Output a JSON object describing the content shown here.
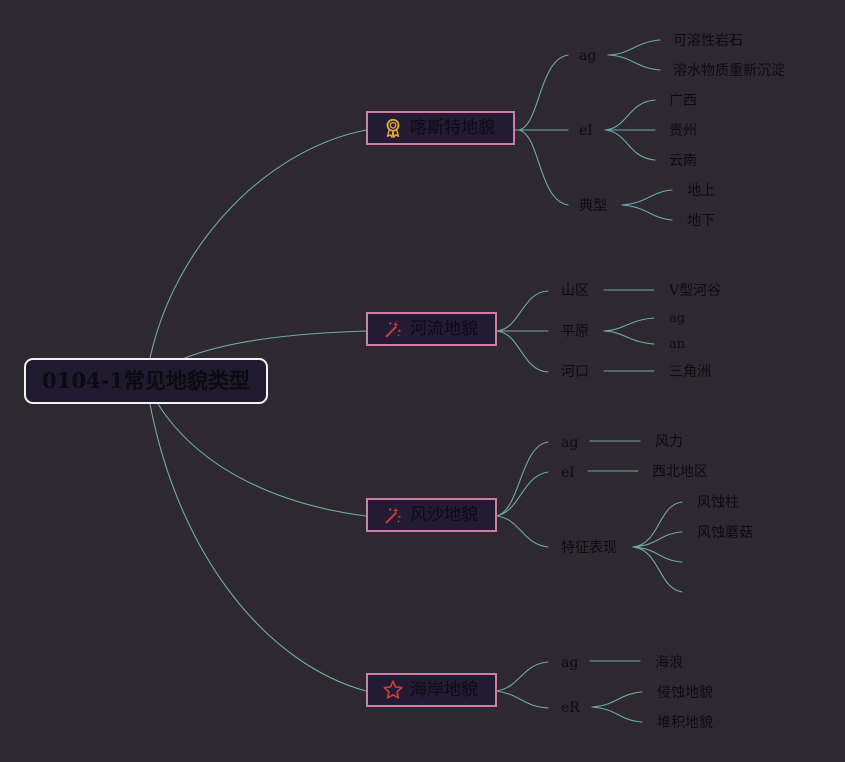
{
  "colors": {
    "background": "#2e2930",
    "link": "#6fa9a8",
    "branch_border": "#d47aa5",
    "root_border": "#f2f2f2"
  },
  "root": {
    "label": "0104-1常见地貌类型"
  },
  "branches": [
    {
      "label": "喀斯特地貌",
      "icon": "ribbon-medal-icon",
      "children": [
        {
          "label": "ag",
          "children": [
            "可溶性岩石",
            "溶水物质重新沉淀"
          ]
        },
        {
          "label": "eI",
          "children": [
            "广西",
            "贵州",
            "云南"
          ]
        },
        {
          "label": "典型",
          "children": [
            "地上",
            "地下"
          ]
        }
      ]
    },
    {
      "label": "河流地貌",
      "icon": "magic-wand-icon",
      "children": [
        {
          "label": "山区",
          "children": [
            "V型河谷"
          ]
        },
        {
          "label": "平原",
          "children": [
            "ag",
            "an"
          ]
        },
        {
          "label": "河口",
          "children": [
            "三角洲"
          ]
        }
      ]
    },
    {
      "label": "风沙地貌",
      "icon": "magic-wand-icon",
      "children": [
        {
          "label": "ag",
          "children": [
            "风力"
          ]
        },
        {
          "label": "eI",
          "children": [
            "西北地区"
          ]
        },
        {
          "label": "特征表现",
          "children": [
            "风蚀柱",
            "风蚀蘑菇",
            "",
            ""
          ]
        }
      ]
    },
    {
      "label": "海岸地貌",
      "icon": "star-icon",
      "children": [
        {
          "label": "ag",
          "children": [
            "海浪"
          ]
        },
        {
          "label": "eR",
          "children": [
            "侵蚀地貌",
            "堆积地貌"
          ]
        }
      ]
    }
  ]
}
